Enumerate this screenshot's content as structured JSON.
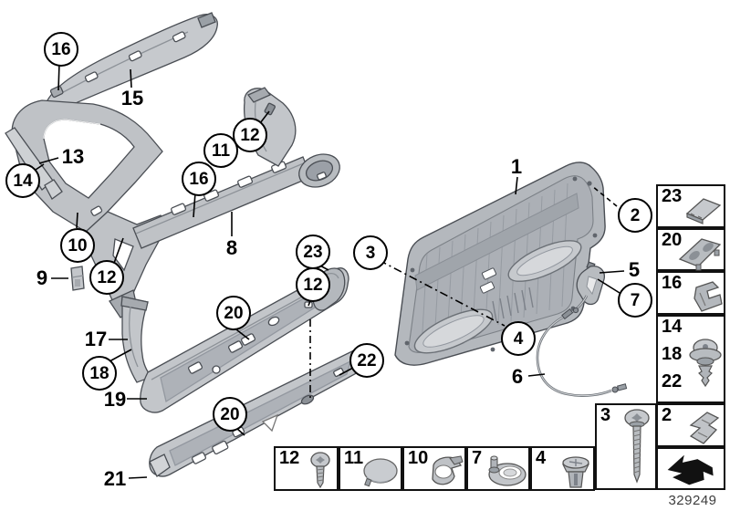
{
  "diagram": {
    "number": "329249"
  },
  "colors": {
    "background": "#ffffff",
    "line": "#000000",
    "part_fill": "#c3c6ca",
    "part_shade": "#9aa0a7",
    "part_dark": "#8b9096",
    "arrow_black": "#111111"
  },
  "circle_callouts": [
    {
      "label": "16"
    },
    {
      "label": "14"
    },
    {
      "label": "10"
    },
    {
      "label": "12"
    },
    {
      "label": "16"
    },
    {
      "label": "11"
    },
    {
      "label": "12"
    },
    {
      "label": "23"
    },
    {
      "label": "3"
    },
    {
      "label": "12"
    },
    {
      "label": "22"
    },
    {
      "label": "2"
    },
    {
      "label": "7"
    },
    {
      "label": "4"
    },
    {
      "label": "18"
    },
    {
      "label": "20"
    },
    {
      "label": "20"
    }
  ],
  "text_callouts": [
    {
      "label": "15"
    },
    {
      "label": "13"
    },
    {
      "label": "9"
    },
    {
      "label": "8"
    },
    {
      "label": "1"
    },
    {
      "label": "5"
    },
    {
      "label": "6"
    },
    {
      "label": "17"
    },
    {
      "label": "19"
    },
    {
      "label": "21"
    }
  ],
  "legend": {
    "right_column": [
      {
        "labels": [
          "23"
        ],
        "icon": "cover-plate-icon"
      },
      {
        "labels": [
          "20"
        ],
        "icon": "plate-two-holes-icon"
      },
      {
        "labels": [
          "16"
        ],
        "icon": "edge-clip-icon"
      },
      {
        "labels": [
          "14",
          "18",
          "22"
        ],
        "icon": "push-rivet-icon"
      },
      {
        "labels": [
          "2"
        ],
        "icon": "spring-clip-icon"
      },
      {
        "labels": [],
        "icon": "direction-arrow-icon"
      }
    ],
    "screw_box": {
      "labels": [
        "3"
      ],
      "icon": "long-screw-icon"
    },
    "bottom_row": [
      {
        "labels": [
          "12"
        ],
        "icon": "short-screw-icon"
      },
      {
        "labels": [
          "11"
        ],
        "icon": "round-cap-icon"
      },
      {
        "labels": [
          "10"
        ],
        "icon": "speed-nut-icon"
      },
      {
        "labels": [
          "7"
        ],
        "icon": "grommet-icon"
      },
      {
        "labels": [
          "4"
        ],
        "icon": "expansion-nut-icon"
      }
    ]
  }
}
